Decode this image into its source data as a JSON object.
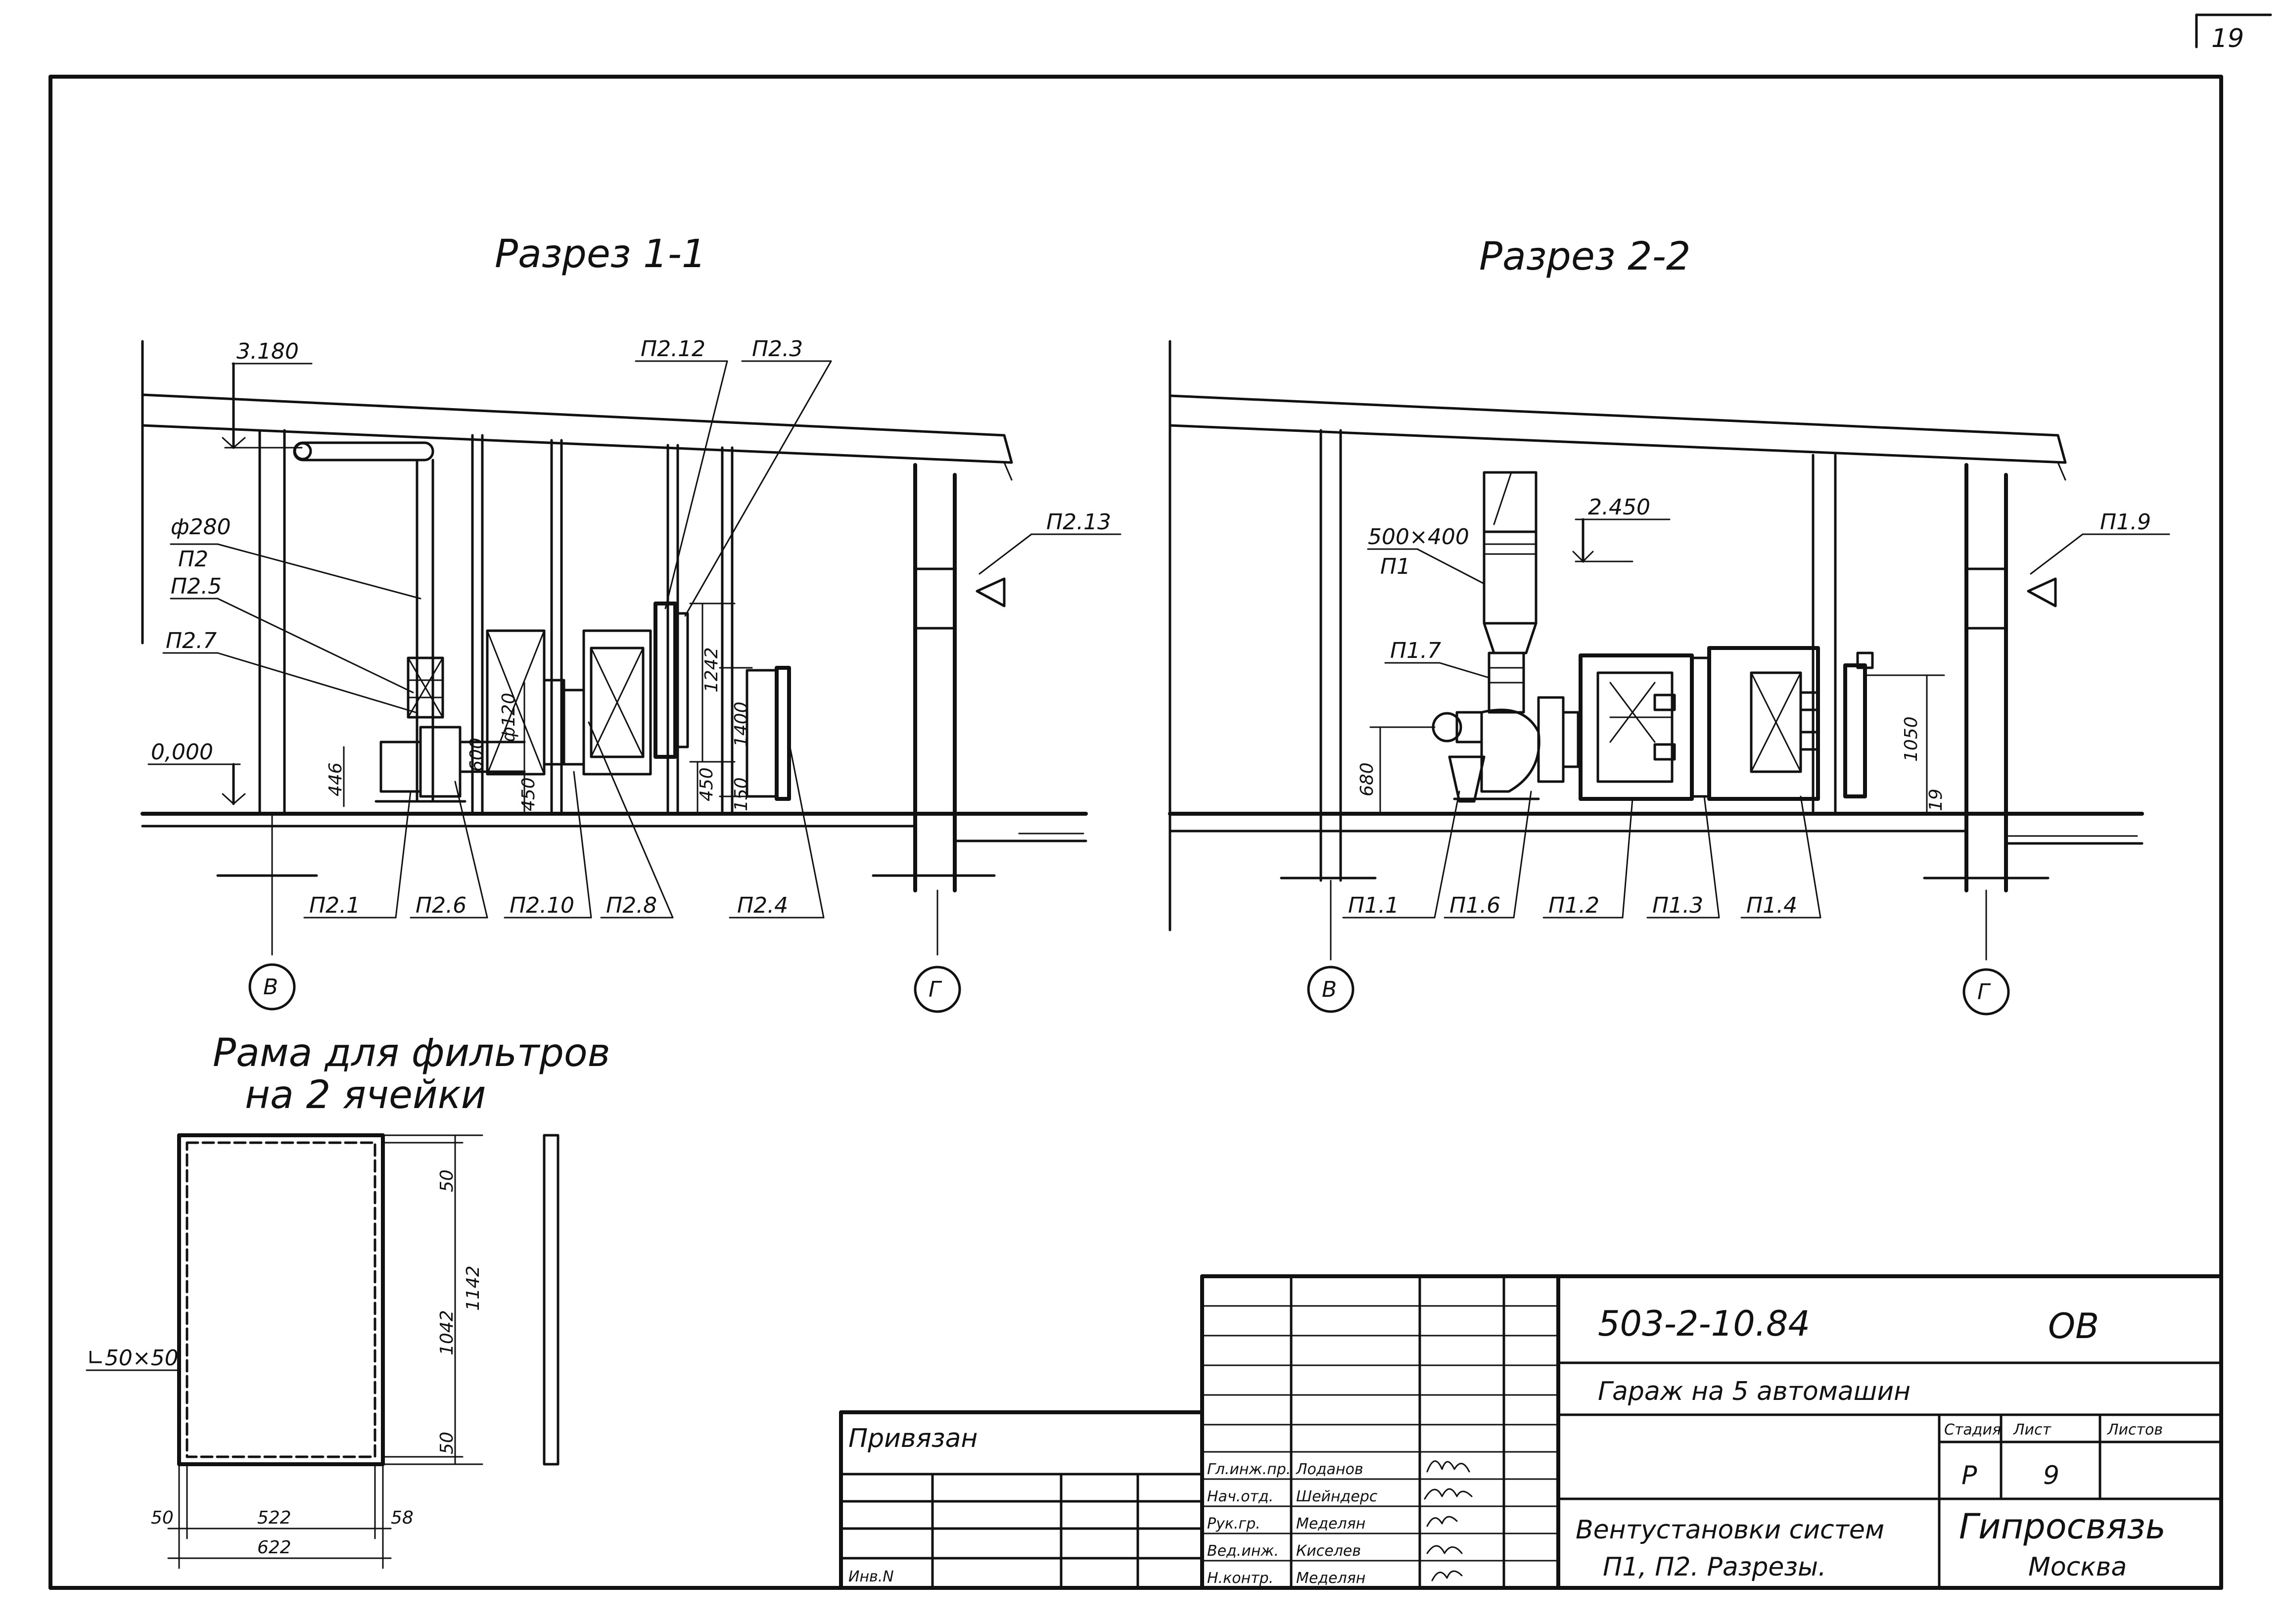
{
  "sheet": {
    "page_number": "19",
    "section1": {
      "title": "Разрез 1-1",
      "elevation_top": "3.180",
      "elevation_zero": "0,000",
      "diameter_label": "ф280",
      "diameter_sub": "П2",
      "leaders": [
        "П2.5",
        "П2.7",
        "П2.12",
        "П2.3",
        "П2.13"
      ],
      "bottom_labels": [
        "П2.1",
        "П2.6",
        "П2.10",
        "П2.8",
        "П2.4"
      ],
      "dims": [
        "446",
        "ф120",
        "450",
        "1242",
        "1400",
        "450",
        "150",
        "600"
      ],
      "axis_left": "В",
      "axis_right": "Г"
    },
    "section2": {
      "title": "Разрез 2-2",
      "elevation_top": "2.450",
      "duct_size": "500×400",
      "duct_sub": "П1",
      "leaders": [
        "П1.7",
        "П1.9"
      ],
      "bottom_labels": [
        "П1.1",
        "П1.6",
        "П1.2",
        "П1.3",
        "П1.4"
      ],
      "dims": [
        "680",
        "1050",
        "19"
      ],
      "axis_left": "В",
      "axis_right": "Г"
    },
    "frame": {
      "title_line1": "Рама для фильтров",
      "title_line2": "на 2 ячейки",
      "angle": "∟50×50",
      "dims": [
        "50",
        "1042",
        "1142",
        "50",
        "522",
        "622",
        "50",
        "58"
      ]
    },
    "title_block": {
      "attached": "Привязан",
      "inv_no": "Инв.N",
      "doc_code": "503-2-10.84",
      "mark": "ОВ",
      "project": "Гараж на 5 автомашин",
      "col_stage": "Стадия",
      "col_sheet": "Лист",
      "col_sheets": "Листов",
      "stage": "Р",
      "sheet_no": "9",
      "description_line1": "Вентустановки систем",
      "description_line2": "П1, П2. Разрезы.",
      "org_line1": "Гипросвязь",
      "org_line2": "Москва",
      "roles": [
        "Гл.инж.пр.",
        "Нач.отд.",
        "Рук.гр.",
        "Вед.инж.",
        "Н.контр."
      ],
      "names": [
        "Лоданов",
        "Шейндерс",
        "Меделян",
        "Киселев",
        "Меделян"
      ]
    }
  }
}
